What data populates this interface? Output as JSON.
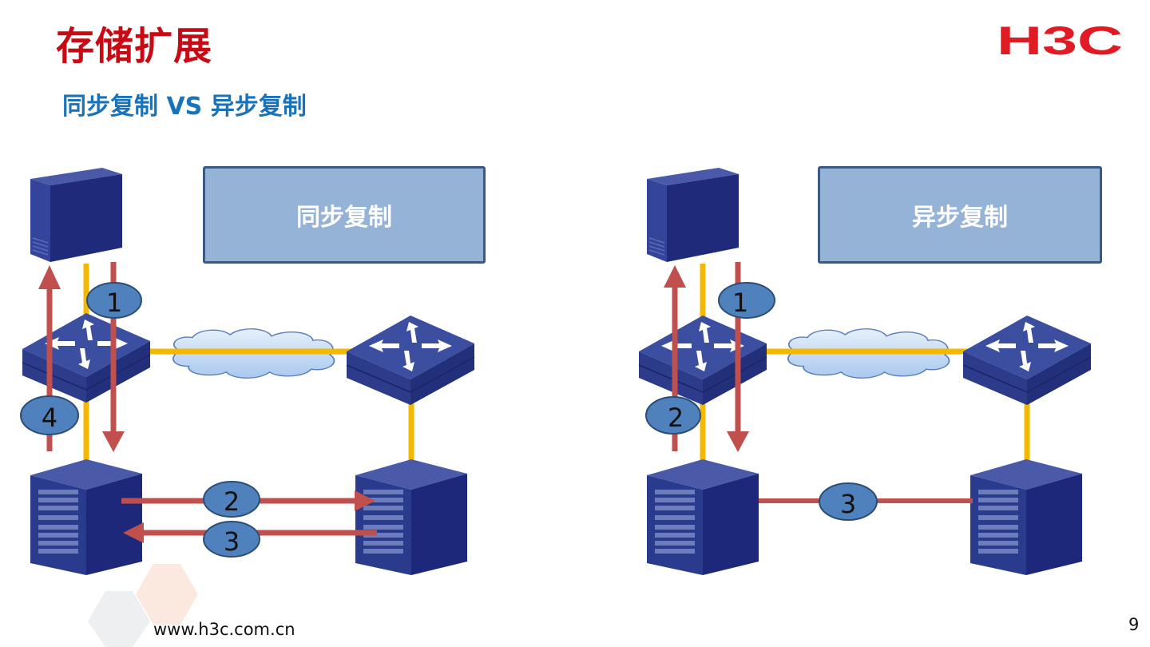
{
  "slide": {
    "title": "存储扩展",
    "subtitle": "同步复制 VS 异步复制",
    "logo_text": "H3C",
    "footer_url": "www.h3c.com.cn",
    "page_number": "9",
    "colors": {
      "title": "#c80a14",
      "subtitle": "#1a72b8",
      "logo": "#e01b24",
      "label_box_fill": "#95b3d7",
      "label_box_border": "#3a5a86",
      "link_yellow": "#f5b800",
      "flow_arrow": "#c0504d",
      "step_badge": "#4f81bd",
      "device": "#2a3a8c"
    }
  },
  "diagrams": [
    {
      "id": "sync",
      "label": "同步复制",
      "devices": [
        "host",
        "local-switch",
        "remote-switch",
        "local-storage",
        "remote-storage"
      ],
      "links": [
        "host-local-switch",
        "local-switch-wan-remote-switch",
        "local-switch-local-storage",
        "remote-switch-remote-storage"
      ],
      "steps": [
        {
          "number": "1",
          "description": "host write to local storage"
        },
        {
          "number": "2",
          "description": "local storage replicates to remote storage"
        },
        {
          "number": "3",
          "description": "remote storage acknowledges to local storage"
        },
        {
          "number": "4",
          "description": "local storage acknowledges to host"
        }
      ]
    },
    {
      "id": "async",
      "label": "异步复制",
      "devices": [
        "host",
        "local-switch",
        "remote-switch",
        "local-storage",
        "remote-storage"
      ],
      "links": [
        "host-local-switch",
        "local-switch-wan-remote-switch",
        "local-switch-local-storage",
        "remote-switch-remote-storage"
      ],
      "steps": [
        {
          "number": "1",
          "description": "host write to local storage"
        },
        {
          "number": "2",
          "description": "local storage acknowledges to host"
        },
        {
          "number": "3",
          "description": "local storage replicates to remote storage"
        }
      ]
    }
  ]
}
